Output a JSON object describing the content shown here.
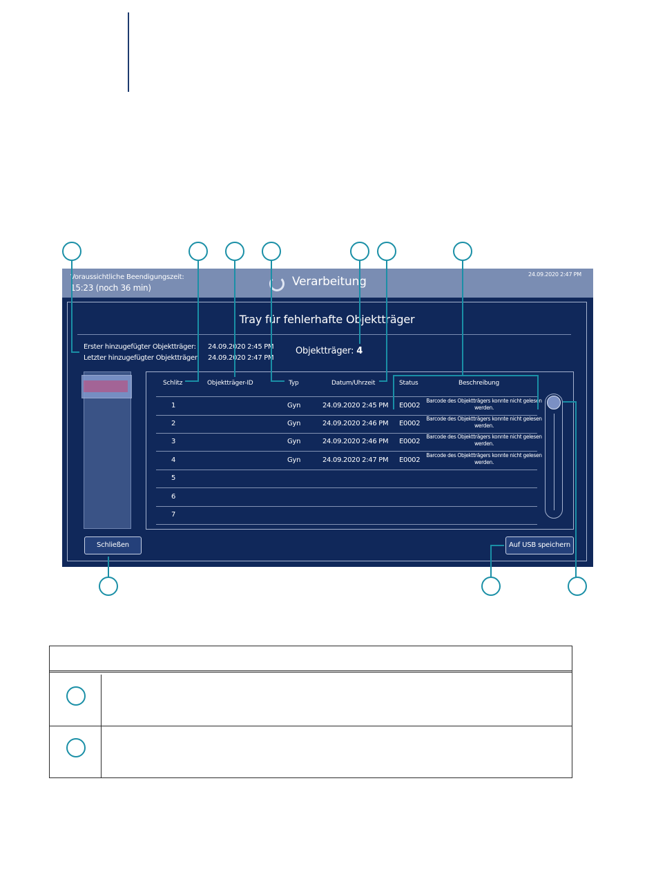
{
  "topbar": {
    "estimate_label": "Voraussichtliche Beendigungszeit:",
    "estimate_value": "15:23 (noch 36 min)",
    "status_title": "Verarbeitung",
    "clock": "24.09.2020 2:47 PM"
  },
  "panel": {
    "title": "Tray für fehlerhafte Objektträger",
    "first_added_label": "Erster hinzugefügter Objektträger:",
    "first_added_value": "24.09.2020 2:45 PM",
    "last_added_label": "Letzter hinzugefügter Objektträger:",
    "last_added_value": "24.09.2020 2:47 PM",
    "count_label": "Objektträger:",
    "count_value": "4"
  },
  "table": {
    "headers": {
      "slot": "Schlitz",
      "slide_id": "Objektträger-ID",
      "type": "Typ",
      "datetime": "Datum/Uhrzeit",
      "status": "Status",
      "description": "Beschreibung"
    },
    "rows": [
      {
        "slot": "1",
        "slide_id": "",
        "type": "Gyn",
        "datetime": "24.09.2020 2:45 PM",
        "status": "E0002",
        "description": "Barcode des Objektträgers konnte nicht gelesen werden."
      },
      {
        "slot": "2",
        "slide_id": "",
        "type": "Gyn",
        "datetime": "24.09.2020 2:46 PM",
        "status": "E0002",
        "description": "Barcode des Objektträgers konnte nicht gelesen werden."
      },
      {
        "slot": "3",
        "slide_id": "",
        "type": "Gyn",
        "datetime": "24.09.2020 2:46 PM",
        "status": "E0002",
        "description": "Barcode des Objektträgers konnte nicht gelesen werden."
      },
      {
        "slot": "4",
        "slide_id": "",
        "type": "Gyn",
        "datetime": "24.09.2020 2:47 PM",
        "status": "E0002",
        "description": "Barcode des Objektträgers konnte nicht gelesen werden."
      },
      {
        "slot": "5",
        "slide_id": "",
        "type": "",
        "datetime": "",
        "status": "",
        "description": ""
      },
      {
        "slot": "6",
        "slide_id": "",
        "type": "",
        "datetime": "",
        "status": "",
        "description": ""
      },
      {
        "slot": "7",
        "slide_id": "",
        "type": "",
        "datetime": "",
        "status": "",
        "description": ""
      }
    ]
  },
  "buttons": {
    "close": "Schließen",
    "save_usb": "Auf USB speichern"
  },
  "colors": {
    "screen_bg": "#10285a",
    "topbar_bg": "#7a8db3",
    "callout": "#1a8fa6",
    "tray_slot_highlight": "#c76a9c"
  }
}
